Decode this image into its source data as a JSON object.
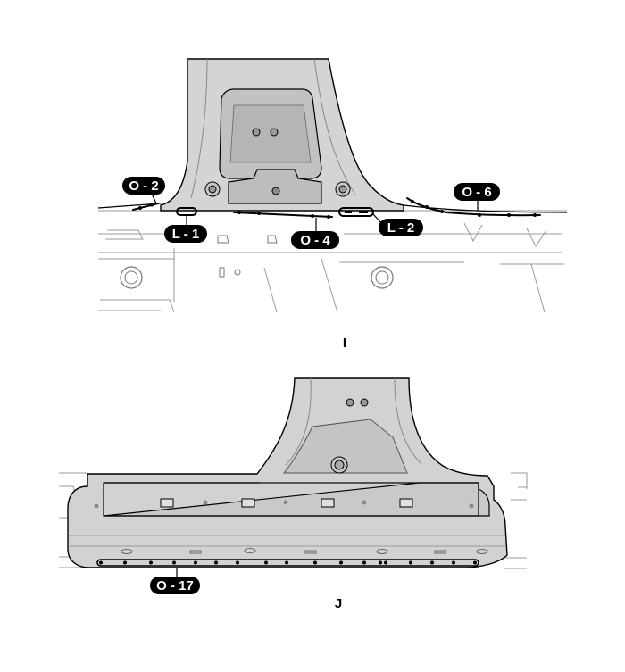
{
  "figures": [
    {
      "letter": "I",
      "callouts": [
        {
          "id": "o2",
          "text": "O - 2"
        },
        {
          "id": "l1",
          "text": "L - 1"
        },
        {
          "id": "o4",
          "text": "O - 4"
        },
        {
          "id": "l2",
          "text": "L - 2"
        },
        {
          "id": "o6",
          "text": "O - 6"
        }
      ]
    },
    {
      "letter": "J",
      "callouts": [
        {
          "id": "o17",
          "text": "O - 17"
        }
      ]
    }
  ],
  "colors": {
    "panel": "#d2d2d2",
    "panel_dark": "#bcbcbc",
    "line": "#000000",
    "ghost": "#a8a8a8",
    "label_bg": "#000000",
    "label_text": "#ffffff"
  }
}
